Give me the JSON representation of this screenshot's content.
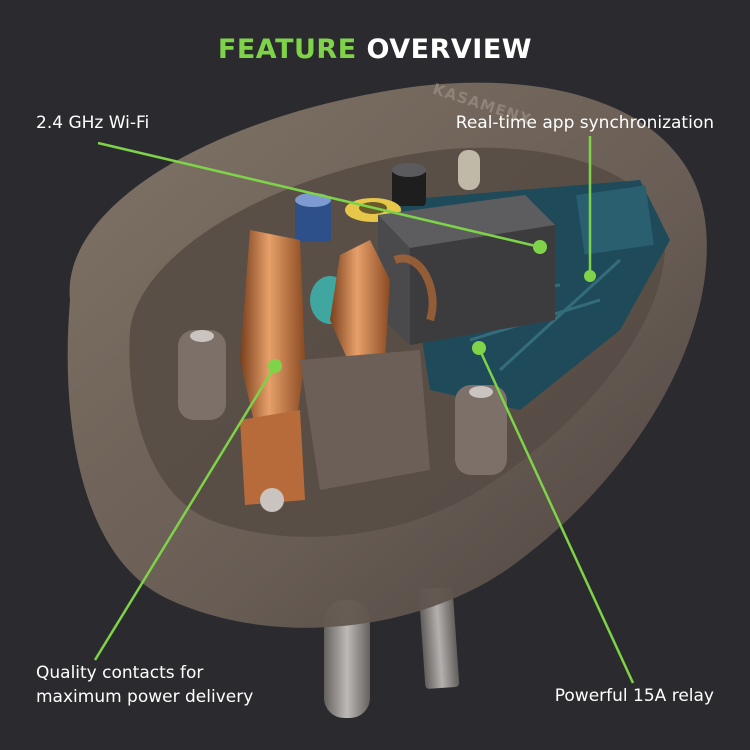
{
  "title": {
    "accent": "FEATURE",
    "rest": " OVERVIEW"
  },
  "brand_mark": "KASAMENX",
  "callouts": {
    "wifi": "2.4 GHz Wi-Fi",
    "sync": "Real-time app synchronization",
    "contacts_line1": "Quality contacts for",
    "contacts_line2": "maximum power delivery",
    "relay": "Powerful 15A relay"
  },
  "colors": {
    "background": "#2b2b2f",
    "accent": "#7ed348",
    "text": "#ffffff",
    "shell": "#6e6259",
    "copper": "#c47a45",
    "pcb": "#1f4a5a",
    "relay": "#4a4a4c"
  }
}
